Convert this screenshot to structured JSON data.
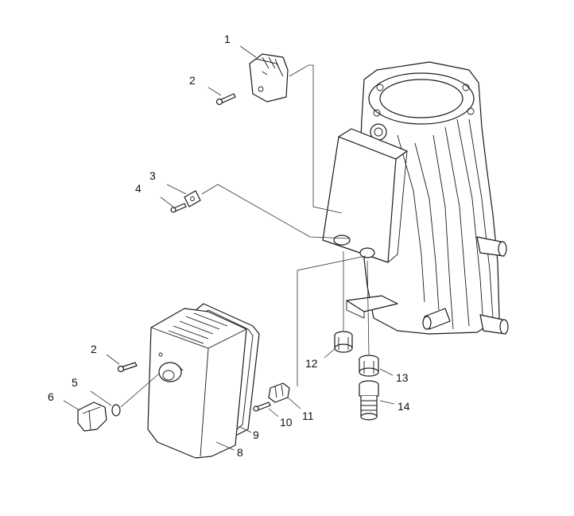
{
  "colors": {
    "ink": "#1a1a1a",
    "background": "#ffffff",
    "shade": "#e6e6e6"
  },
  "callouts": {
    "c1": "1",
    "c2a": "2",
    "c3": "3",
    "c4": "4",
    "c2b": "2",
    "c5": "5",
    "c6": "6",
    "c8": "8",
    "c9": "9",
    "c10": "10",
    "c11": "11",
    "c12": "12",
    "c13": "13",
    "c14": "14"
  }
}
